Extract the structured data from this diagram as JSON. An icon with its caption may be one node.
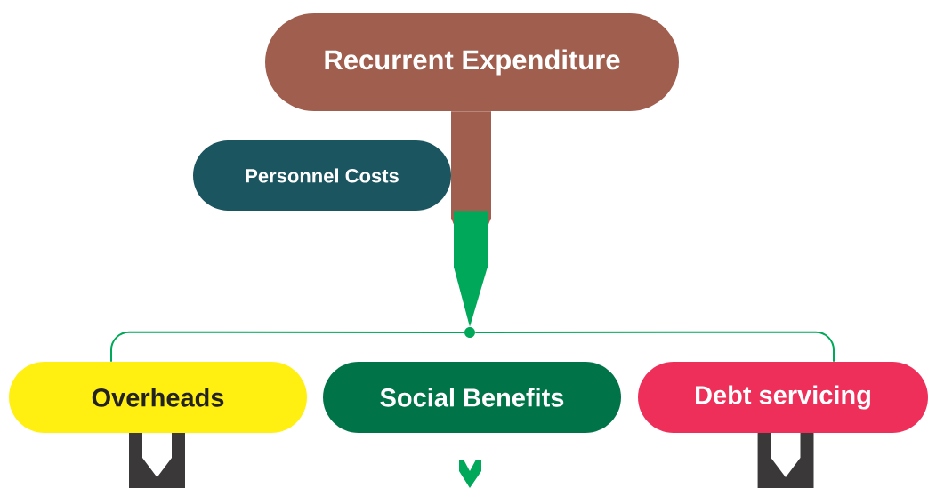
{
  "diagram": {
    "nodes": [
      {
        "text": [
          "Recurrent Expenditure"
        ]
      },
      {
        "text": [
          "Personnel Costs"
        ]
      },
      {
        "text": [
          "Overheads"
        ]
      },
      {
        "text": [
          "Social Benefits"
        ]
      },
      {
        "text": [
          "Debt servicing"
        ]
      },
      {
        "text": [],
        "shape": "circle"
      }
    ],
    "edges": [
      {
        "from": 0,
        "to": null,
        "arrow": "to",
        "color": "#a05f4e"
      },
      {
        "from": 1,
        "to": 5,
        "arrow": "to"
      },
      {
        "from": 5,
        "to": 2,
        "arrow": "none"
      },
      {
        "from": 5,
        "to": 4,
        "arrow": "none"
      }
    ]
  }
}
